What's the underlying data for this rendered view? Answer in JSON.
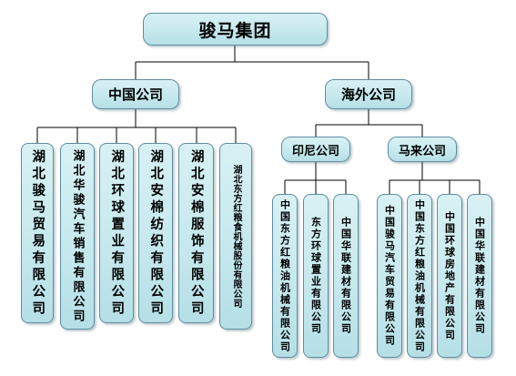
{
  "root": {
    "label": "骏马集团"
  },
  "level1": {
    "china": {
      "label": "中国公司"
    },
    "overseas": {
      "label": "海外公司"
    }
  },
  "china_subsidiaries": [
    {
      "label": "湖北骏马贸易有限公司"
    },
    {
      "label": "湖北华骏汽车销售有限公司"
    },
    {
      "label": "湖北环球置业有限公司"
    },
    {
      "label": "湖北安棉纺织有限公司"
    },
    {
      "label": "湖北安棉服饰有限公司"
    },
    {
      "label": "湖北东方红粮食机械股份有限公司"
    }
  ],
  "overseas_regions": {
    "indonesia": {
      "label": "印尼公司",
      "subsidiaries": [
        {
          "label": "中国东方红粮油机械有限公司"
        },
        {
          "label": "东方环球置业有限公司"
        },
        {
          "label": "中国华联建材有限公司"
        }
      ]
    },
    "malaysia": {
      "label": "马来公司",
      "subsidiaries": [
        {
          "label": "中国骏马汽车贸易有限公司"
        },
        {
          "label": "中国东方红粮油机械有限公司"
        },
        {
          "label": "中国环球房地产有限公司"
        },
        {
          "label": "中国华联建材有限公司"
        }
      ]
    }
  },
  "colors": {
    "box_fill": "#c6e9ee",
    "box_border": "#5d8ea1",
    "connector": "#000000"
  }
}
